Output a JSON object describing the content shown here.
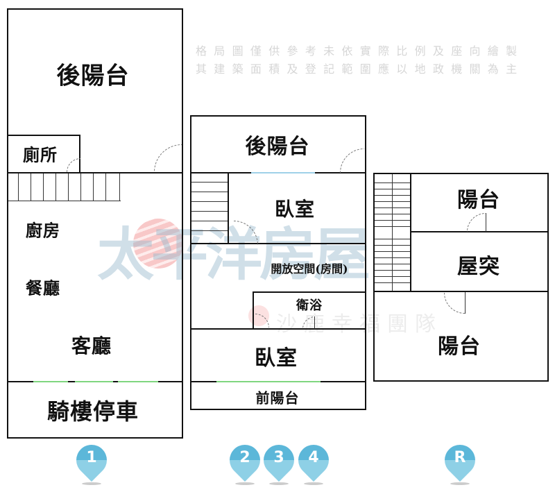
{
  "disclaimer": {
    "line1": "格局圖僅供參考未依實際比例及座向繪製",
    "line2": "其建築面積及登記範圍應以地政機關為主",
    "color": "#d6d6d6"
  },
  "watermark": {
    "brand": "太平洋房屋",
    "team": "沙鹿幸福團隊",
    "brand_color": "#b9cfdd",
    "logo_color": "#f2a4a4"
  },
  "floors": [
    {
      "id": "1",
      "pin_label": "1",
      "rooms": [
        {
          "name": "rear-balcony",
          "label": "後陽台"
        },
        {
          "name": "toilet",
          "label": "廁所"
        },
        {
          "name": "kitchen",
          "label": "廚房"
        },
        {
          "name": "dining-room",
          "label": "餐廳"
        },
        {
          "name": "living-room",
          "label": "客廳"
        },
        {
          "name": "arcade-parking",
          "label": "騎樓停車"
        }
      ]
    },
    {
      "id": "2-4",
      "pin_labels": [
        "2",
        "3",
        "4"
      ],
      "rooms": [
        {
          "name": "rear-balcony",
          "label": "後陽台"
        },
        {
          "name": "bedroom-rear",
          "label": "臥室"
        },
        {
          "name": "open-space",
          "label": "開放空間(房間)"
        },
        {
          "name": "bathroom",
          "label": "衛浴"
        },
        {
          "name": "bedroom-front",
          "label": "臥室"
        },
        {
          "name": "front-balcony",
          "label": "前陽台"
        }
      ]
    },
    {
      "id": "R",
      "pin_label": "R",
      "rooms": [
        {
          "name": "balcony-top",
          "label": "陽台"
        },
        {
          "name": "roof-protrusion",
          "label": "屋突"
        },
        {
          "name": "balcony-bottom",
          "label": "陽台"
        }
      ]
    }
  ],
  "colors": {
    "wall": "#111111",
    "pin_light": "#8ed0e6",
    "pin_dark": "#5cb7d9",
    "window_green": "#7fd67f",
    "window_blue": "#9ed0e8"
  }
}
